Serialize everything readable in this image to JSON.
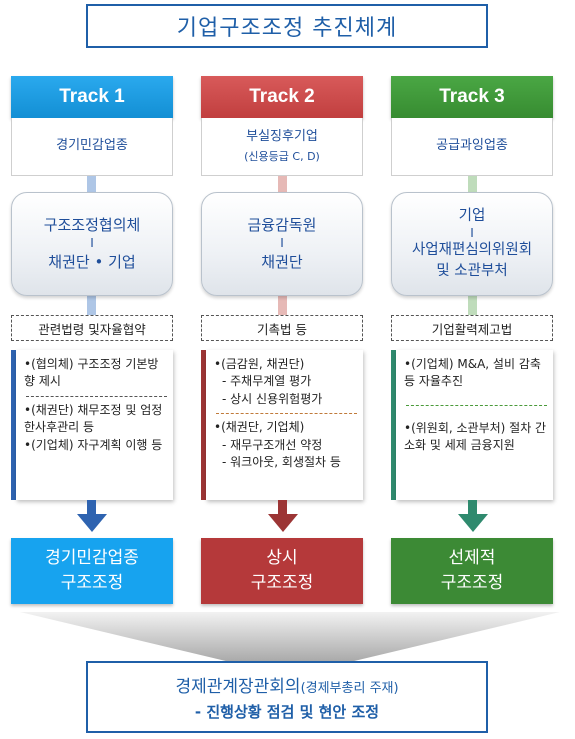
{
  "title": "기업구조조정 추진체계",
  "colors": {
    "track1": "#1a9be0",
    "track2": "#cc4b4b",
    "track3": "#3f9a3a",
    "result1": "#17a3ef",
    "result2": "#b5393a",
    "result3": "#3c8a35",
    "arrow1": "#2e63b0",
    "arrow2": "#9c3535",
    "arrow3": "#2f8a6e",
    "accent": "#1f5fa8"
  },
  "tracks": [
    {
      "header": "Track 1",
      "sub1": "경기민감업종",
      "sub2": "",
      "box_line1": "구조조정협의체",
      "box_sep": "I",
      "box_line2": "채권단 • 기업",
      "box_line3": "",
      "law": "관련법령 및자율협약",
      "items": [
        "•(협의체) 구조조정 기본방향 제시",
        "•(채권단) 채무조정 및 엄정한사후관리 등",
        "•(기업체) 자구계획 이행 등"
      ],
      "result_line1": "경기민감업종",
      "result_line2": "구조조정"
    },
    {
      "header": "Track 2",
      "sub1": "부실징후기업",
      "sub2": "(신용등급 C, D)",
      "box_line1": "금융감독원",
      "box_sep": "I",
      "box_line2": "채권단",
      "box_line3": "",
      "law": "기촉법 등",
      "items": [
        "•(금감원, 채권단)",
        "- 주채무계열 평가",
        "- 상시 신용위험평가",
        "•(채권단, 기업체)",
        "- 재무구조개선 약정",
        "- 워크아웃, 회생절차 등"
      ],
      "result_line1": "상시",
      "result_line2": "구조조정"
    },
    {
      "header": "Track 3",
      "sub1": "공급과잉업종",
      "sub2": "",
      "box_line1": "기업",
      "box_sep": "I",
      "box_line2": "사업재편심의위원회",
      "box_line3": "및 소관부처",
      "law": "기업활력제고법",
      "items": [
        "•(기업체) M&A, 설비 감축 등 자율추진",
        "•(위원회, 소관부처) 절차 간소화 및 세제 금융지원"
      ],
      "result_line1": "선제적",
      "result_line2": "구조조정"
    }
  ],
  "bottom": {
    "line1_main": "경제관계장관회의",
    "line1_small": "(경제부총리 주재)",
    "line2": "- 진행상황 점검 및 현안 조정"
  }
}
